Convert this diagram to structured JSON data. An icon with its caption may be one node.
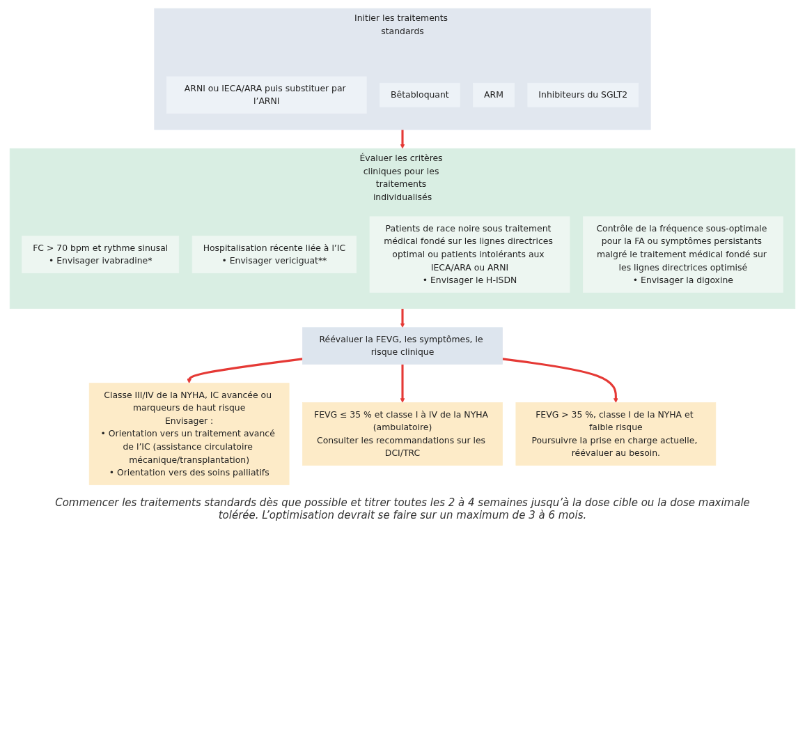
{
  "diagram": {
    "nodes": [
      {
        "text": [
          "Initier les traitements standards"
        ]
      },
      {
        "text": [
          "ARNI ou IECA/ARA puis substituer par l’ARNI"
        ],
        "in": 0
      },
      {
        "text": [
          "Bêtabloquant"
        ],
        "in": 0
      },
      {
        "text": [
          "ARM"
        ],
        "in": 0
      },
      {
        "text": [
          "Inhibiteurs du SGLT2"
        ],
        "in": 0
      },
      {
        "text": [
          "Évaluer les critères cliniques pour les traitements individualisés"
        ]
      },
      {
        "text": [
          "FC > 70 bpm et rythme sinusal",
          "• Envisager ivabradine*"
        ],
        "in": 5
      },
      {
        "text": [
          "Hospitalisation récente liée à l’IC",
          "• Envisager vericiguat**"
        ],
        "in": 5
      },
      {
        "text": [
          "Patients de race noire sous traitement médical fondé sur les lignes directrices optimal ou patients intolérants aux IECA/ARA ou ARNI",
          "• Envisager le H-ISDN"
        ],
        "in": 5
      },
      {
        "text": [
          "Contrôle de la fréquence sous-optimale pour la FA ou symptômes persistants malgré le traitement médical fondé sur les lignes directrices optimisé",
          "• Envisager la digoxine"
        ],
        "in": 5
      },
      {
        "text": [
          "Réévaluer la FEVG, les symptômes, le risque clinique"
        ]
      },
      {
        "text": [
          "Classe III/IV de la NYHA, IC avancée ou marqueurs de haut risque",
          "Envisager :",
          "• Orientation vers un traitement avancé de l’IC (assistance circulatoire mécanique/transplantation)",
          "• Orientation vers des soins palliatifs"
        ]
      },
      {
        "text": [
          "FEVG ≤ 35 % et classe I à IV de la NYHA (ambulatoire)",
          "Consulter les recommandations sur les DCI/TRC"
        ]
      },
      {
        "text": [
          "FEVG > 35 %, classe I de la NYHA et faible risque",
          "Poursuivre la prise en charge actuelle, réévaluer au besoin."
        ]
      }
    ],
    "edges": [
      {
        "from": 0,
        "to": 5,
        "arrow": "to"
      },
      {
        "from": 5,
        "to": 10,
        "arrow": "to"
      },
      {
        "from": 10,
        "to": 11,
        "arrow": "to"
      },
      {
        "from": 10,
        "to": 12,
        "arrow": "to"
      },
      {
        "from": 10,
        "to": 13,
        "arrow": "to"
      }
    ],
    "labels": [
      "Commencer les traitements standards dès que possible et titrer toutes les 2 à 4 semaines jusqu’à la dose cible ou la dose maximale tolérée. L’optimisation devrait se faire sur un maximum de 3 à 6 mois."
    ]
  }
}
